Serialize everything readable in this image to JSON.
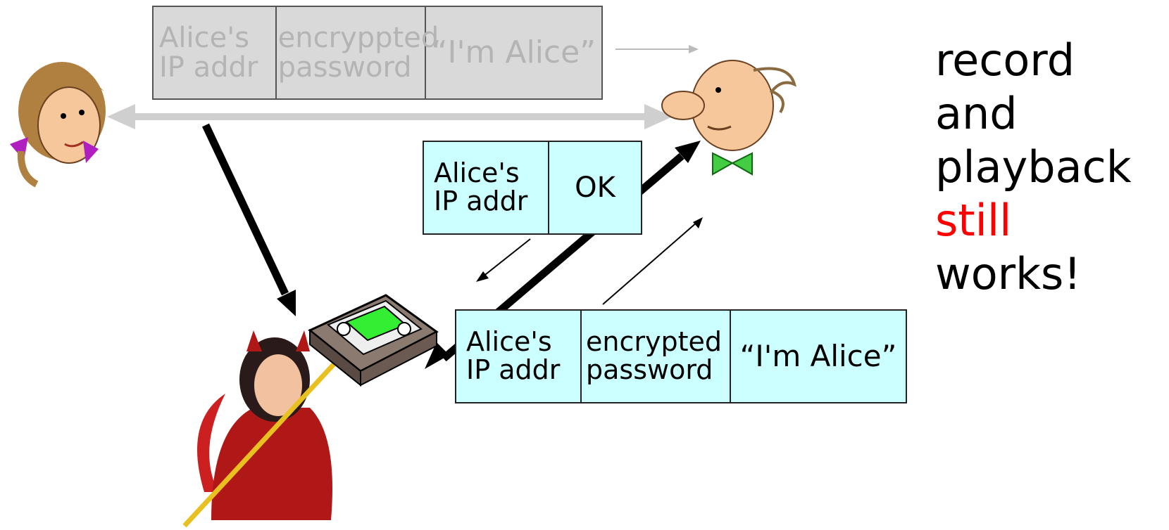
{
  "original_message": {
    "field1_line1": "Alice's",
    "field1_line2": "IP addr",
    "field2_line1": "encryppted",
    "field2_line2": "password",
    "field3": "“I'm Alice”"
  },
  "reply_message": {
    "field1_line1": "Alice's",
    "field1_line2": "IP addr",
    "field2": "OK"
  },
  "replay_message": {
    "field1_line1": "Alice's",
    "field1_line2": "IP addr",
    "field2_line1": "encrypted",
    "field2_line2": "password",
    "field3": "“I'm Alice”"
  },
  "caption": {
    "line1": "record",
    "line2": "and",
    "line3": "playback",
    "highlight": "still",
    "line4_rest": " works!"
  },
  "colors": {
    "message_fill": "#ccffff",
    "faded_fill": "#d9d9d9",
    "faded_text": "#b4b4b4",
    "highlight": "#ff0000"
  }
}
